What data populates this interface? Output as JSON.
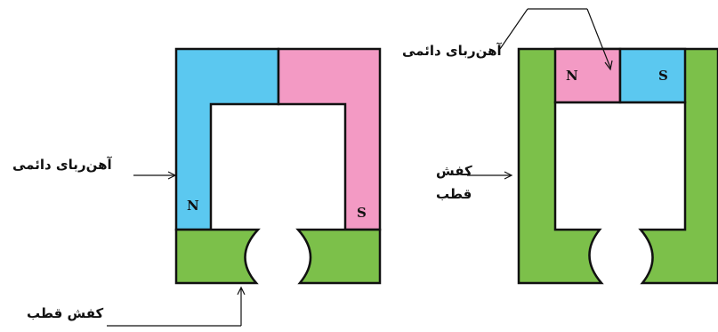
{
  "left_figure": {
    "label_magnet": "آهن‌ربای دائمی",
    "label_pole_shoe": "کفش قطب",
    "pole_n": "N",
    "pole_s": "S"
  },
  "right_figure": {
    "label_magnet": "آهن‌ربای دائمی",
    "label_pole_shoe_line1": "کفش",
    "label_pole_shoe_line2": "قطب",
    "pole_n": "N",
    "pole_s": "S"
  },
  "colors": {
    "north": "#5bc8f0",
    "south": "#f39ac4",
    "iron": "#7cc04a",
    "outline": "#111111"
  }
}
